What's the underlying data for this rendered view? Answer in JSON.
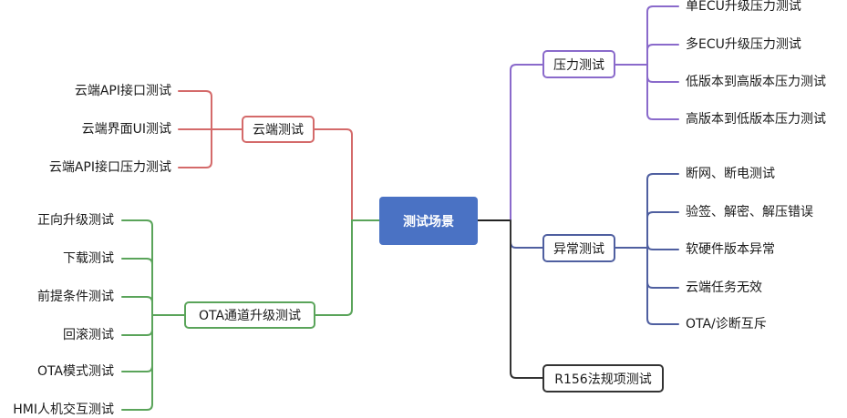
{
  "root": {
    "label": "测试场景"
  },
  "colors": {
    "root": "#4a72c4",
    "cloud": "#d46a6a",
    "ota": "#5aa45a",
    "pressure": "#8a6acb",
    "abnormal": "#4f5fa0",
    "regulation": "#333333"
  },
  "branches": {
    "cloud": {
      "label": "云端测试",
      "children": [
        "云端API接口测试",
        "云端界面UI测试",
        "云端API接口压力测试"
      ]
    },
    "ota": {
      "label": "OTA通道升级测试",
      "children": [
        "正向升级测试",
        "下载测试",
        "前提条件测试",
        "回滚测试",
        "OTA模式测试",
        "HMI人机交互测试"
      ]
    },
    "pressure": {
      "label": "压力测试",
      "children": [
        "单ECU升级压力测试",
        "多ECU升级压力测试",
        "低版本到高版本压力测试",
        "高版本到低版本压力测试"
      ]
    },
    "abnormal": {
      "label": "异常测试",
      "children": [
        "断网、断电测试",
        "验签、解密、解压错误",
        "软硬件版本异常",
        "云端任务无效",
        "OTA/诊断互斥"
      ]
    },
    "regulation": {
      "label": "R156法规项测试"
    }
  }
}
